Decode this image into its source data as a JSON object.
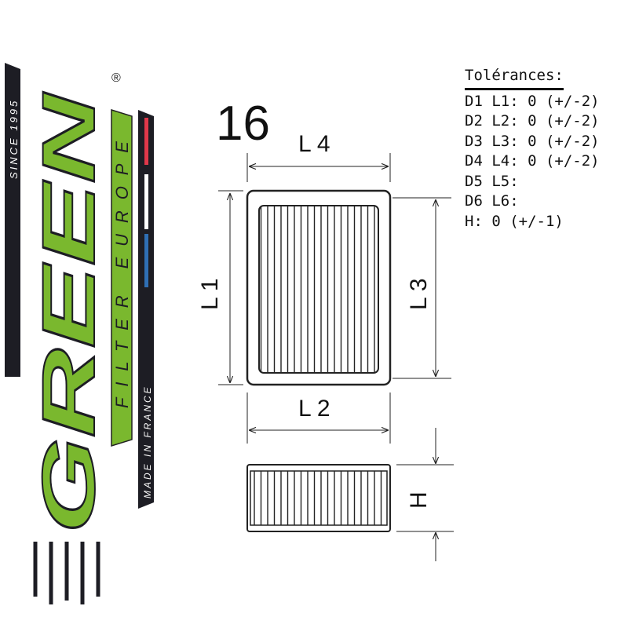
{
  "logo": {
    "brand": "GREEN",
    "subtitle": "FILTER EUROPE",
    "since": "SINCE 1995",
    "origin": "MADE IN FRANCE",
    "registered": "®",
    "colors": {
      "green": "#7ab82e",
      "dark": "#1d1d24",
      "red": "#e0384a",
      "blue": "#2f6fb5"
    }
  },
  "model_number": "16",
  "dimensions": {
    "l1": "L 1",
    "l2": "L 2",
    "l3": "L 3",
    "l4": "L 4",
    "h": "H"
  },
  "tolerances": {
    "title": "Tolérances:",
    "rows": [
      "D1 L1: 0 (+/-2)",
      "D2 L2: 0 (+/-2)",
      "D3 L3: 0 (+/-2)",
      "D4 L4: 0 (+/-2)",
      "D5 L5:",
      "D6 L6:",
      "H: 0 (+/-1)"
    ]
  }
}
